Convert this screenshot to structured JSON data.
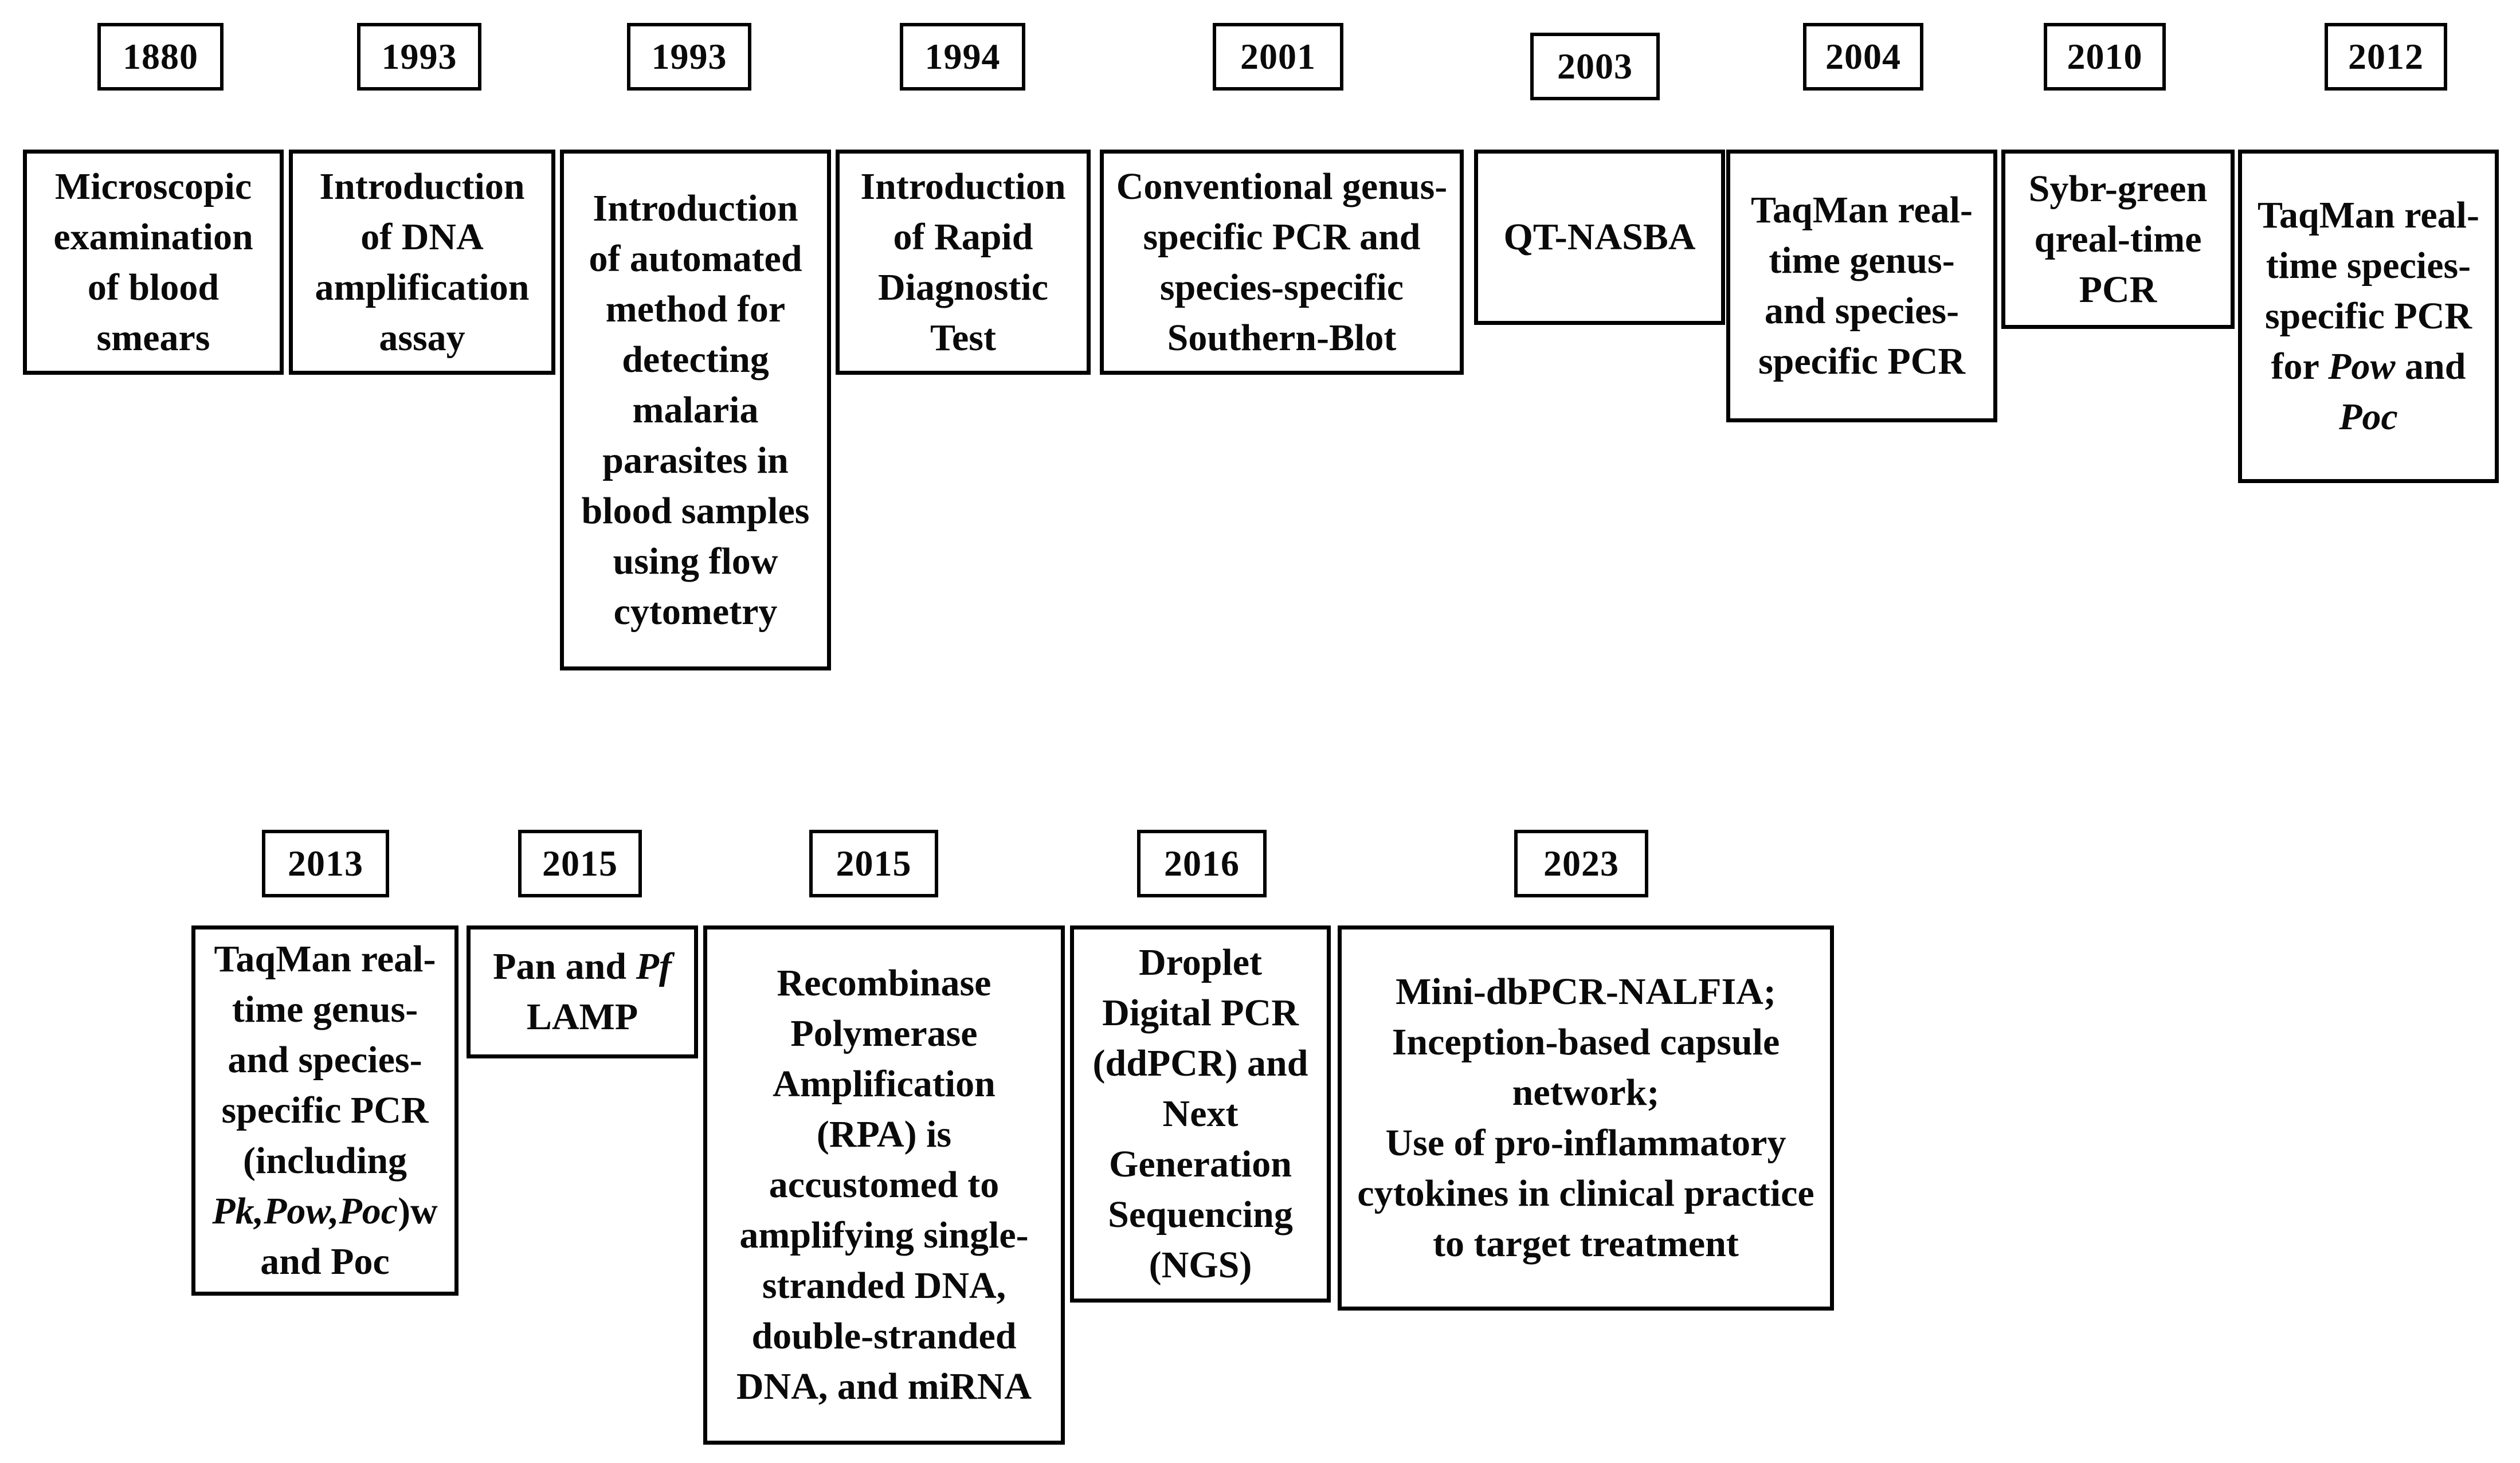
{
  "timeline": {
    "entries": [
      {
        "year": "1880",
        "lines": [
          "Microscopic",
          "examination",
          "of blood",
          "smears"
        ]
      },
      {
        "year": "1993",
        "lines": [
          "Introduction",
          "of DNA",
          "amplification",
          "assay"
        ]
      },
      {
        "year": "1993",
        "lines": [
          "Introduction",
          "of automated",
          "method for",
          "detecting",
          "malaria",
          "parasites in",
          "blood samples",
          "using flow",
          "cytometry"
        ]
      },
      {
        "year": "1994",
        "lines": [
          "Introduction",
          "of Rapid",
          "Diagnostic",
          "Test"
        ]
      },
      {
        "year": "2001",
        "lines": [
          "Conventional genus-",
          "specific PCR and",
          "species-specific",
          "Southern-Blot"
        ]
      },
      {
        "year": "2003",
        "lines": [
          "QT-NASBA"
        ]
      },
      {
        "year": "2004",
        "lines": [
          "TaqMan real-",
          "time genus-",
          "and species-",
          "specific PCR"
        ]
      },
      {
        "year": "2010",
        "lines": [
          "Sybr-green",
          "qreal-time",
          "PCR"
        ]
      },
      {
        "year": "2012",
        "lines": [
          "TaqMan real-",
          "time species-",
          "specific PCR",
          "for *Pow* and",
          "*Poc*"
        ]
      },
      {
        "year": "2013",
        "lines": [
          "TaqMan real-",
          "time genus-",
          "and species-",
          "specific PCR",
          "(including",
          "*Pk,Pow,Poc*)w",
          "and Poc"
        ]
      },
      {
        "year": "2015",
        "lines": [
          "Pan and *Pf*",
          "LAMP"
        ]
      },
      {
        "year": "2015",
        "lines": [
          "Recombinase",
          "Polymerase",
          "Amplification",
          "(RPA) is",
          "accustomed to",
          "amplifying single-",
          "stranded DNA,",
          "double-stranded",
          "DNA, and miRNA"
        ]
      },
      {
        "year": "2016",
        "lines": [
          "Droplet",
          "Digital PCR",
          "(ddPCR) and",
          "Next",
          "Generation",
          "Sequencing",
          "(NGS)"
        ]
      },
      {
        "year": "2023",
        "lines": [
          "Mini-dbPCR-NALFIA;",
          "Inception-based capsule",
          "network;",
          "Use of pro-inflammatory",
          "cytokines in clinical practice",
          "to target treatment"
        ]
      }
    ]
  },
  "colors": {
    "border": "#000000",
    "text": "#0a0a0a",
    "background": "#ffffff"
  }
}
